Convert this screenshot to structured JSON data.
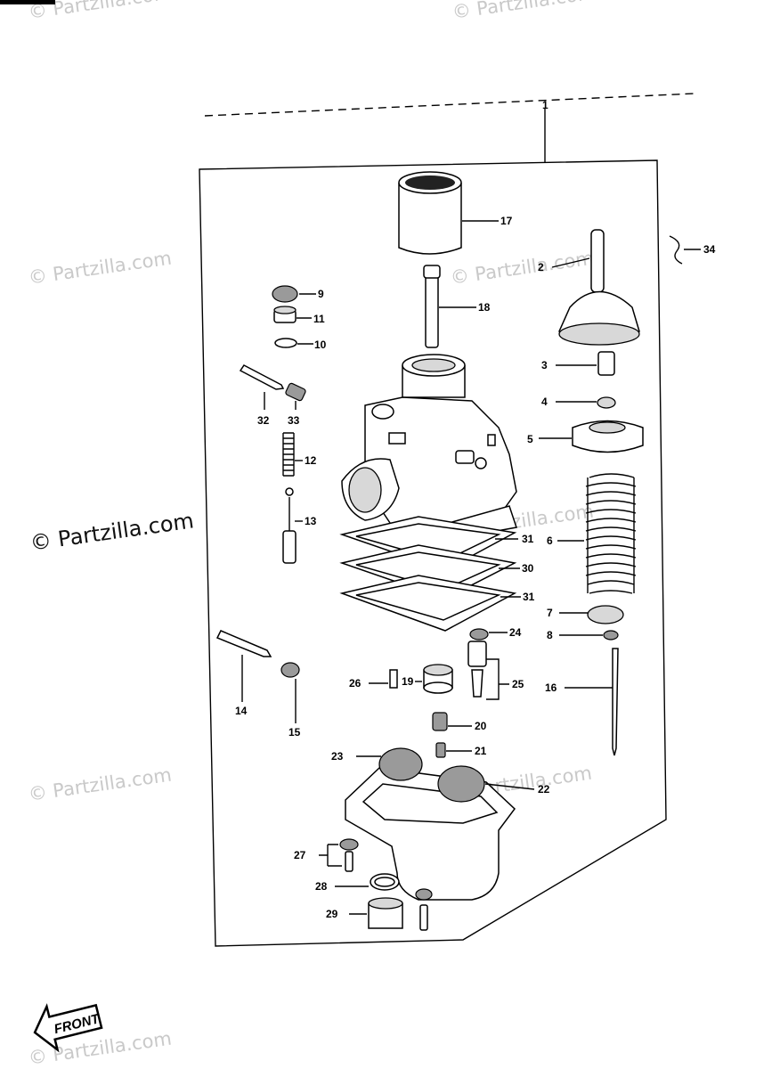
{
  "watermarks": [
    {
      "text": "© Partzilla.com"
    },
    {
      "text": "© Partzilla.com"
    },
    {
      "text": "© Partzilla.com"
    },
    {
      "text": "© Partzilla.com"
    },
    {
      "text": "© Partzilla.com"
    },
    {
      "text": "© Partzilla.com"
    },
    {
      "text": "© Partzilla.com"
    },
    {
      "text": "© Partzilla.com"
    },
    {
      "text": "© Partzilla.com"
    }
  ],
  "callouts": {
    "c1": "1",
    "c2": "2",
    "c3": "3",
    "c4": "4",
    "c5": "5",
    "c6": "6",
    "c7": "7",
    "c8": "8",
    "c9": "9",
    "c10": "10",
    "c11": "11",
    "c12": "12",
    "c13": "13",
    "c14": "14",
    "c15": "15",
    "c16": "16",
    "c17": "17",
    "c18": "18",
    "c19": "19",
    "c20": "20",
    "c21": "21",
    "c22": "22",
    "c23": "23",
    "c24": "24",
    "c25": "25",
    "c26": "26",
    "c27": "27",
    "c28": "28",
    "c29": "29",
    "c30": "30",
    "c31a": "31",
    "c31b": "31",
    "c32": "32",
    "c33": "33",
    "c34": "34"
  },
  "front_label": "FRONT"
}
